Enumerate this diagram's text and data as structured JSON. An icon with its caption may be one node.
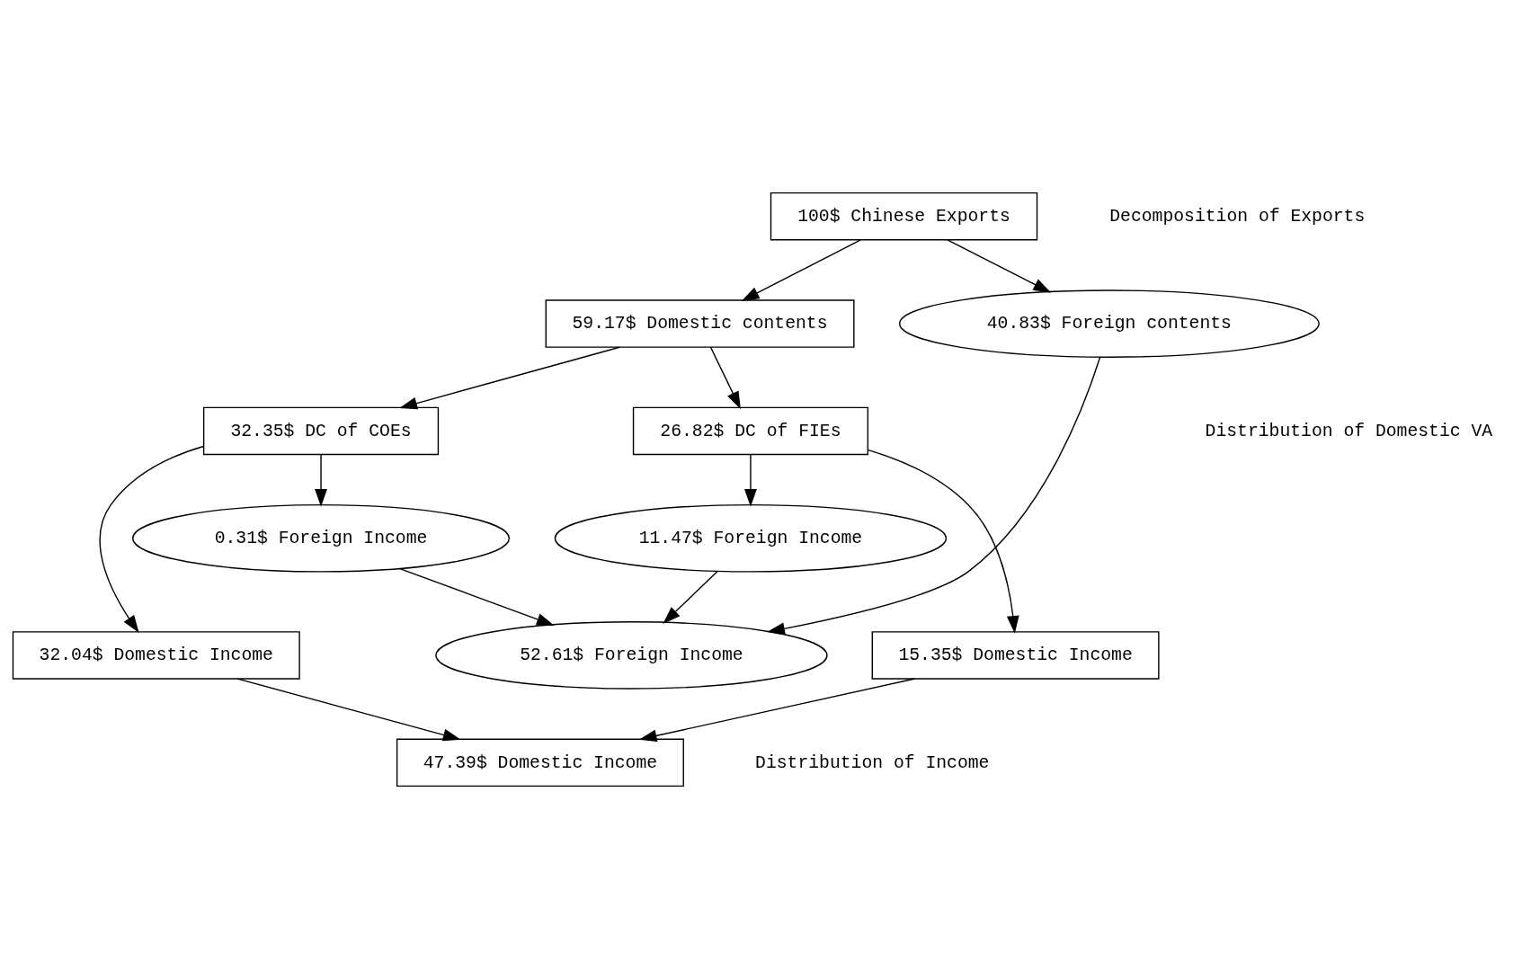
{
  "diagram": {
    "nodes": [
      {
        "text": [
          "100$ Chinese Exports"
        ]
      },
      {
        "text": [
          "59.17$ Domestic contents"
        ]
      },
      {
        "text": [
          "40.83$ Foreign contents"
        ]
      },
      {
        "text": [
          "32.35$ DC of COEs"
        ]
      },
      {
        "text": [
          "26.82$ DC of FIEs"
        ]
      },
      {
        "text": [
          "0.31$ Foreign Income"
        ]
      },
      {
        "text": [
          "11.47$ Foreign Income"
        ]
      },
      {
        "text": [
          "52.61$ Foreign Income"
        ]
      },
      {
        "text": [
          "32.04$ Domestic Income"
        ]
      },
      {
        "text": [
          "15.35$ Domestic Income"
        ]
      },
      {
        "text": [
          "47.39$ Domestic Income"
        ]
      }
    ],
    "edges": [
      {
        "from": 0,
        "to": 1,
        "arrow": "to"
      },
      {
        "from": 0,
        "to": 2,
        "arrow": "to"
      },
      {
        "from": 1,
        "to": 3,
        "arrow": "to"
      },
      {
        "from": 1,
        "to": 4,
        "arrow": "to"
      },
      {
        "from": 3,
        "to": 8,
        "arrow": "to"
      },
      {
        "from": 3,
        "to": 5,
        "arrow": "to"
      },
      {
        "from": 4,
        "to": 9,
        "arrow": "to"
      },
      {
        "from": 4,
        "to": 6,
        "arrow": "to"
      },
      {
        "from": 5,
        "to": 7,
        "arrow": "to"
      },
      {
        "from": 6,
        "to": 7,
        "arrow": "to"
      },
      {
        "from": 2,
        "to": 7,
        "arrow": "to"
      },
      {
        "from": 8,
        "to": 10,
        "arrow": "to"
      },
      {
        "from": 9,
        "to": 10,
        "arrow": "to"
      }
    ],
    "labels": [
      "Decomposition of Exports",
      "Distribution of Domestic VA",
      "Distribution of Income"
    ]
  }
}
